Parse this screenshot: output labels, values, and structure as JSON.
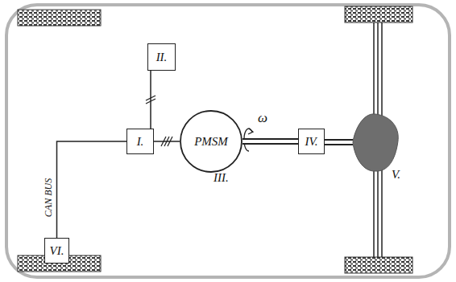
{
  "diagram": {
    "nodes": [
      {
        "text": [
          "I."
        ]
      },
      {
        "text": [
          "II."
        ]
      },
      {
        "text": [
          "PMSM",
          "III."
        ]
      },
      {
        "text": [
          "IV."
        ]
      },
      {
        "text": [
          "V."
        ]
      },
      {
        "text": [
          "VI."
        ]
      }
    ],
    "edges": [
      {
        "from": 1,
        "to": 0,
        "arrow": "none"
      },
      {
        "from": 0,
        "to": 2,
        "arrow": "none"
      },
      {
        "from": 2,
        "to": 3,
        "arrow": "none"
      },
      {
        "from": 3,
        "to": 4,
        "arrow": "none"
      },
      {
        "from": 5,
        "to": 0,
        "label": "CAN BUS",
        "arrow": "none"
      }
    ],
    "labels": [
      "ω"
    ]
  }
}
